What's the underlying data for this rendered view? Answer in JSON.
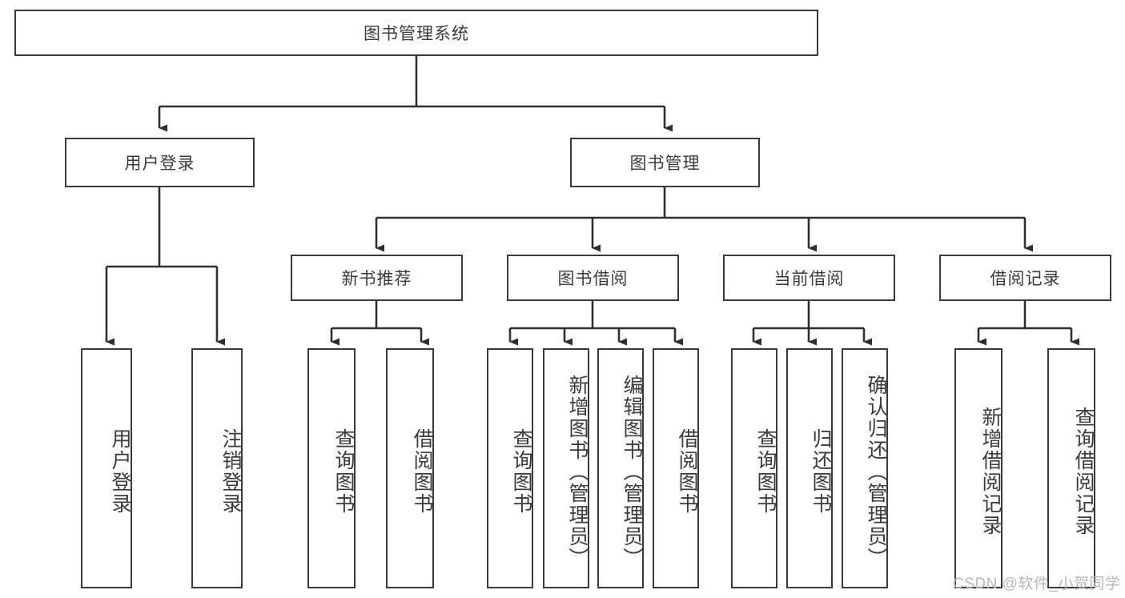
{
  "diagram": {
    "type": "tree",
    "title": "图书管理系统",
    "root": {
      "label": "图书管理系统"
    },
    "level2": [
      {
        "label": "用户登录"
      },
      {
        "label": "图书管理"
      }
    ],
    "level3": [
      {
        "label": "新书推荐"
      },
      {
        "label": "图书借阅"
      },
      {
        "label": "当前借阅"
      },
      {
        "label": "借阅记录"
      }
    ],
    "leaves": {
      "user_login": [
        {
          "label": "用户登录"
        },
        {
          "label": "注销登录"
        }
      ],
      "new_book_recommend": [
        {
          "label": "查询图书"
        },
        {
          "label": "借阅图书"
        }
      ],
      "book_borrow": [
        {
          "label": "查询图书"
        },
        {
          "label": "新增图书（管理员）"
        },
        {
          "label": "编辑图书（管理员）"
        },
        {
          "label": "借阅图书"
        }
      ],
      "current_borrow": [
        {
          "label": "查询图书"
        },
        {
          "label": "归还图书"
        },
        {
          "label": "确认归还（管理员）"
        }
      ],
      "borrow_record": [
        {
          "label": "新增借阅记录"
        },
        {
          "label": "查询借阅记录"
        }
      ]
    }
  },
  "watermark": {
    "text": "CSDN @软件_小贺同学"
  },
  "colors": {
    "stroke": "#3a3a3a",
    "text": "#3b3b3b",
    "background": "#ffffff",
    "watermark": "#b9b9b9"
  }
}
